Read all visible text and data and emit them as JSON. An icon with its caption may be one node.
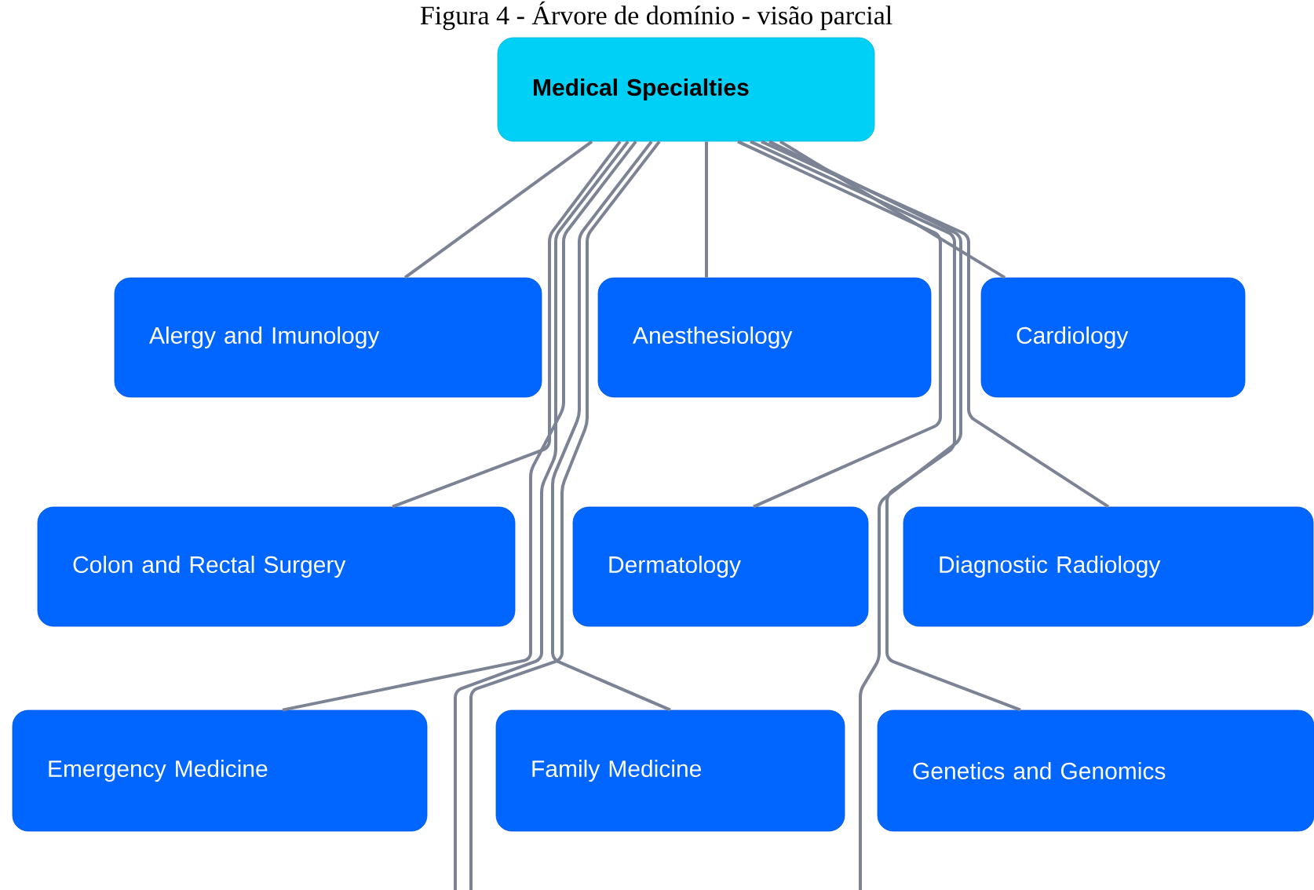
{
  "diagram": {
    "title": "Figura 4 - Árvore de domínio - visão parcial",
    "nodes": [
      {
        "text": [
          "Medical Specialties"
        ]
      },
      {
        "text": [
          "Alergy and Imunology"
        ]
      },
      {
        "text": [
          "Anesthesiology"
        ]
      },
      {
        "text": [
          "Cardiology"
        ]
      },
      {
        "text": [
          "Colon and Rectal Surgery"
        ]
      },
      {
        "text": [
          "Dermatology"
        ]
      },
      {
        "text": [
          "Diagnostic Radiology"
        ]
      },
      {
        "text": [
          "Emergency Medicine"
        ]
      },
      {
        "text": [
          "Family Medicine"
        ]
      },
      {
        "text": [
          "Genetics and Genomics"
        ]
      }
    ],
    "edges": [
      {
        "from": 0,
        "to": 1,
        "arrow": "none"
      },
      {
        "from": 0,
        "to": 2,
        "arrow": "none"
      },
      {
        "from": 0,
        "to": 3,
        "arrow": "none"
      },
      {
        "from": 0,
        "to": 4,
        "arrow": "none"
      },
      {
        "from": 0,
        "to": 5,
        "arrow": "none"
      },
      {
        "from": 0,
        "to": 6,
        "arrow": "none"
      },
      {
        "from": 0,
        "to": 7,
        "arrow": "none"
      },
      {
        "from": 0,
        "to": 8,
        "arrow": "none"
      },
      {
        "from": 0,
        "to": 9,
        "arrow": "none"
      },
      {
        "from": 0,
        "to": null,
        "arrow": "none"
      },
      {
        "from": 0,
        "to": null,
        "arrow": "none"
      },
      {
        "from": 0,
        "to": null,
        "arrow": "none"
      }
    ]
  }
}
